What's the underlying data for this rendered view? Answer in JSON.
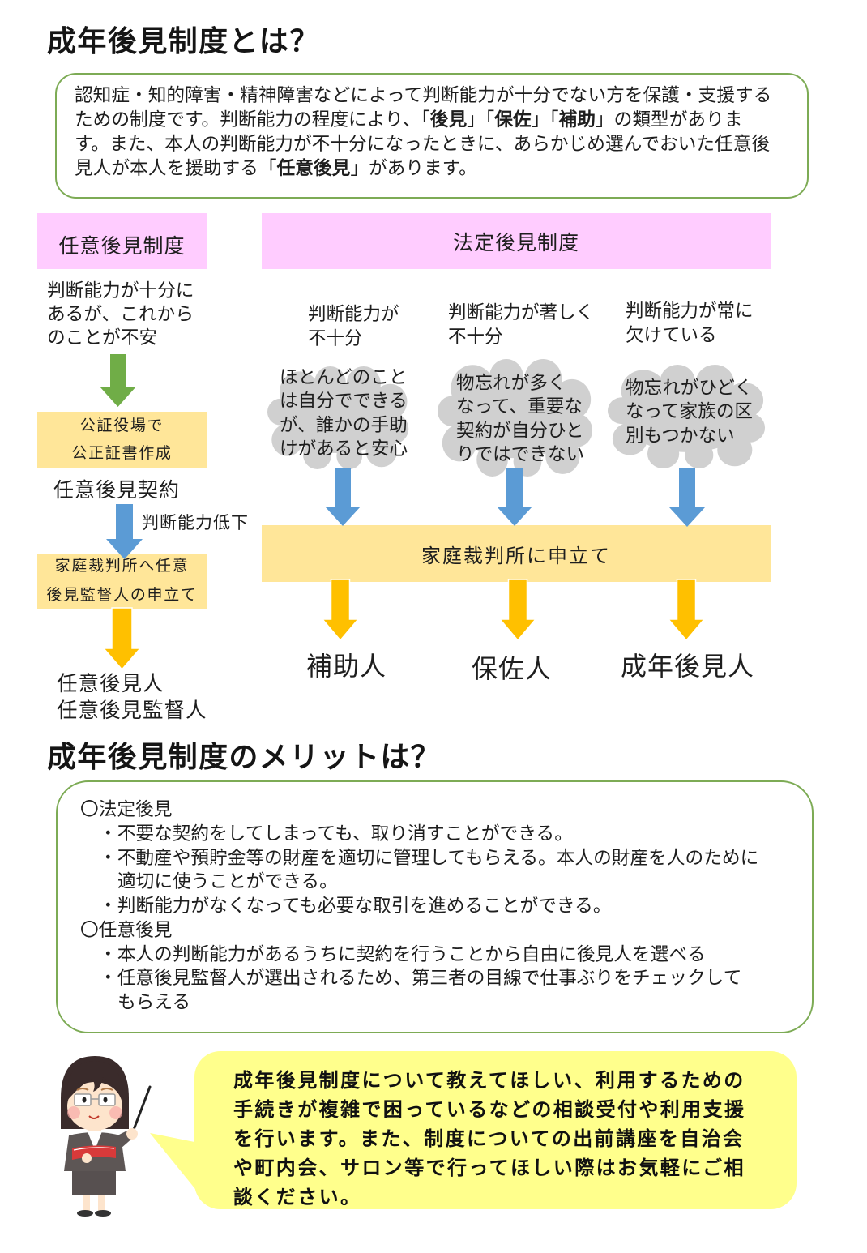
{
  "section_intro": {
    "title": "成年後見制度とは？",
    "lines": [
      [
        "認知症・知的障害・精神障害などによって判断能力が十分でない方を保護・支援する"
      ],
      [
        "ための制度です。判断能力の程度により、「",
        "後見",
        "」「",
        "保佐",
        "」「",
        "補助",
        "」の類型がありま"
      ],
      [
        "す。また、本人の判断能力が不十分になったときに、あらかじめ選んでおいた任意後"
      ],
      [
        "見人が本人を援助する「",
        "任意後見",
        "」があります。"
      ]
    ],
    "emphasized_terms": [
      "後見",
      "保佐",
      "補助",
      "任意後見"
    ]
  },
  "voluntary": {
    "header": "任意後見制度",
    "condition_lines": [
      "判断能力が十分に",
      "あるが、これから",
      "のことが不安"
    ],
    "step1_lines": [
      "公証役場で",
      "公正証書作成"
    ],
    "contract": "任意後見契約",
    "trigger": "判断能力低下",
    "step2_lines": [
      "家庭裁判所へ任意",
      "後見監督人の申立て"
    ],
    "result_lines": [
      "任意後見人",
      "任意後見監督人"
    ]
  },
  "statutory": {
    "header": "法定後見制度",
    "court": "家庭裁判所に申立て",
    "columns": [
      {
        "condition_lines": [
          "判断能力が",
          "不十分"
        ],
        "cloud_lines": [
          "ほとんどのこと",
          "は自分でできる",
          "が、誰かの手助",
          "けがあると安心"
        ],
        "result": "補助人"
      },
      {
        "condition_lines": [
          "判断能力が著しく",
          "不十分"
        ],
        "cloud_lines": [
          "物忘れが多く",
          "なって、重要な",
          "契約が自分ひと",
          "りではできない"
        ],
        "result": "保佐人"
      },
      {
        "condition_lines": [
          "判断能力が常に",
          "欠けている"
        ],
        "cloud_lines": [
          "物忘れがひどく",
          "なって家族の区",
          "別もつかない"
        ],
        "result": "成年後見人"
      }
    ]
  },
  "merits": {
    "title": "成年後見制度のメリットは？",
    "bullet": "・",
    "groups": [
      {
        "heading": "〇法定後見",
        "items": [
          [
            "不要な契約をしてしまっても、取り消すことができる。"
          ],
          [
            "不動産や預貯金等の財産を適切に管理してもらえる。本人の財産を人のために",
            "適切に使うことができる。"
          ],
          [
            "判断能力がなくなっても必要な取引を進めることができる。"
          ]
        ]
      },
      {
        "heading": "〇任意後見",
        "items": [
          [
            "本人の判断能力があるうちに契約を行うことから自由に後見人を選べる"
          ],
          [
            "任意後見監督人が選出されるため、第三者の目線で仕事ぶりをチェックして",
            "もらえる"
          ]
        ]
      }
    ]
  },
  "consultation": {
    "illustration": "teacher-with-pointer-and-book",
    "lines": [
      "成年後見制度について教えてほしい、利用するための",
      "手続きが複雑で困っているなどの相談受付や利用支援",
      "を行います。また、制度についての出前講座を自治会",
      "や町内会、サロン等で行ってほしい際はお気軽にご相",
      "談ください。"
    ]
  },
  "colors": {
    "header_pink": "#ffccff",
    "step_yellow": "#ffe699",
    "box_border_green": "#7dab55",
    "arrow_green": "#70ad47",
    "arrow_blue": "#5b9bd5",
    "arrow_orange": "#ffc000",
    "cloud_gray": "#d0d0d0",
    "bubble_yellow": "#ffff8c"
  }
}
